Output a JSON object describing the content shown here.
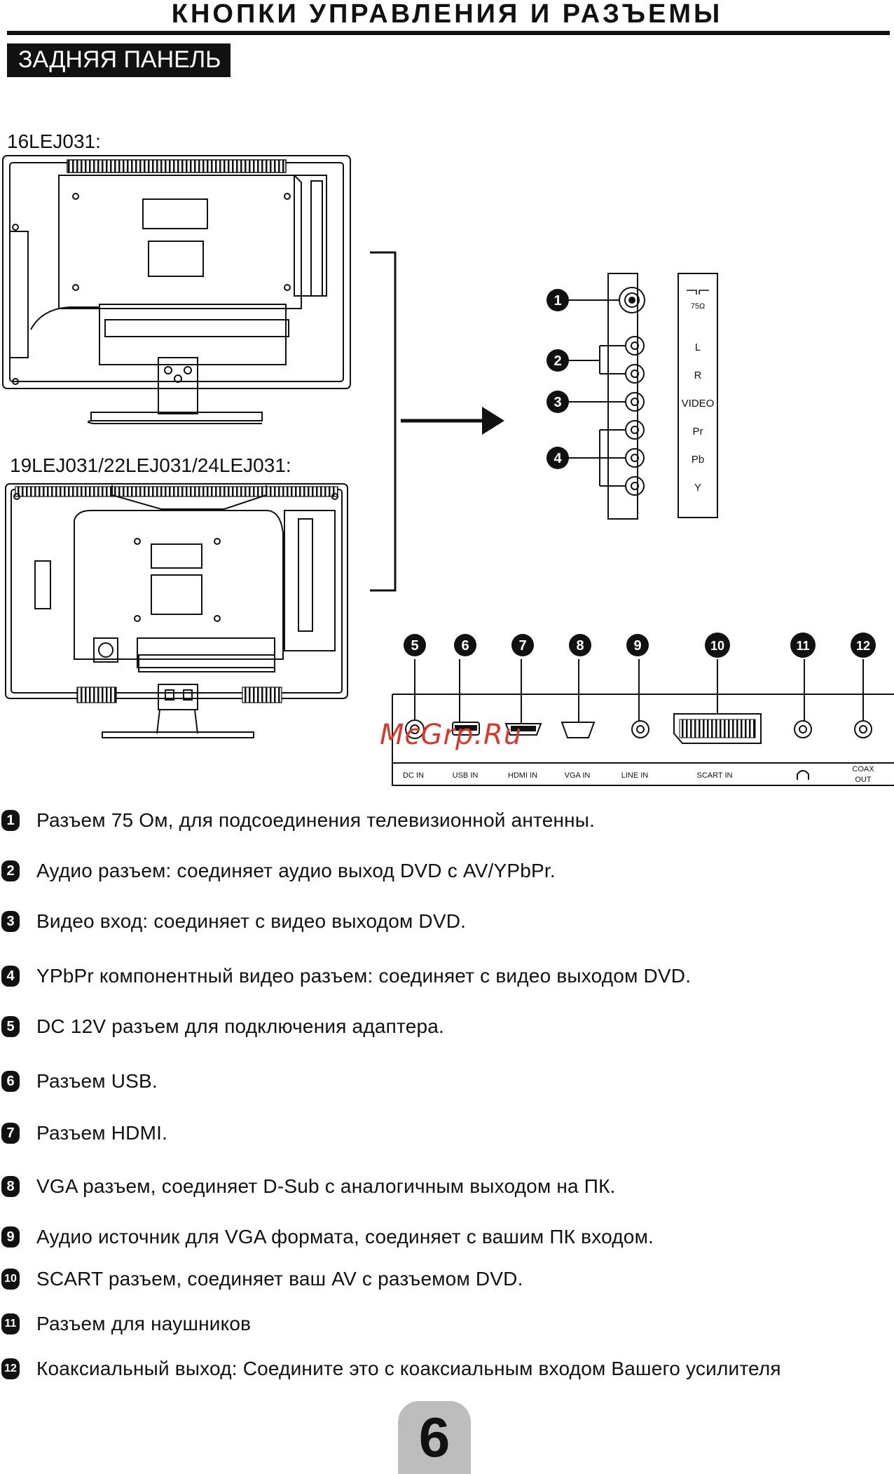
{
  "header": {
    "title": "КНОПКИ УПРАВЛЕНИЯ И РАЗЪЕМЫ",
    "section": "ЗАДНЯЯ ПАНЕЛЬ"
  },
  "models": {
    "small": "16LEJ031:",
    "large": "19LEJ031/22LEJ031/24LEJ031:"
  },
  "side_panel": {
    "markers": [
      "1",
      "2",
      "3",
      "4"
    ],
    "labels": {
      "antenna": "75Ω",
      "l": "L",
      "r": "R",
      "video": "VIDEO",
      "pr": "Pr",
      "pb": "Pb",
      "y": "Y"
    }
  },
  "bottom_panel": {
    "markers": [
      "5",
      "6",
      "7",
      "8",
      "9",
      "10",
      "11",
      "12"
    ],
    "labels": {
      "dc_in": "DC IN",
      "usb_in": "USB IN",
      "hdmi_in": "HDMI IN",
      "vga_in": "VGA IN",
      "line_in": "LINE IN",
      "scart_in": "SCART IN",
      "coax_out_1": "COAX",
      "coax_out_2": "OUT"
    },
    "headphone_icon": "headphones-icon"
  },
  "watermark": "McGrp.Ru",
  "descriptions": [
    {
      "num": "1",
      "text": "Разъем 75 Ом, для подсоединения телевизионной антенны."
    },
    {
      "num": "2",
      "text": "Аудио разъем: соединяет аудио выход DVD с AV/YPbPr."
    },
    {
      "num": "3",
      "text": "Видео вход: соединяет с видео выходом DVD."
    },
    {
      "num": "4",
      "text": "YPbPr компонентный видео разъем: соединяет с видео выходом DVD."
    },
    {
      "num": "5",
      "text": "DC 12V разъем для подключения адаптера."
    },
    {
      "num": "6",
      "text": "Разъем USB."
    },
    {
      "num": "7",
      "text": "Разъем  HDMI."
    },
    {
      "num": "8",
      "text": "VGA разъем, соединяет D-Sub с аналогичным выходом на ПК."
    },
    {
      "num": "9",
      "text": "Аудио источник для VGA формата, соединяет с вашим ПК входом."
    },
    {
      "num": "10",
      "text": "SCART разъем, соединяет ваш AV с разъемом DVD."
    },
    {
      "num": "11",
      "text": "Разъем для наушников"
    },
    {
      "num": "12",
      "text": "Коаксиальный выход: Соедините это с коаксиальным входом Вашего усилителя"
    }
  ],
  "page_number": "6",
  "colors": {
    "ink": "#111111",
    "page_tab": "#bdbdbd",
    "watermark": "#d53a2e"
  }
}
